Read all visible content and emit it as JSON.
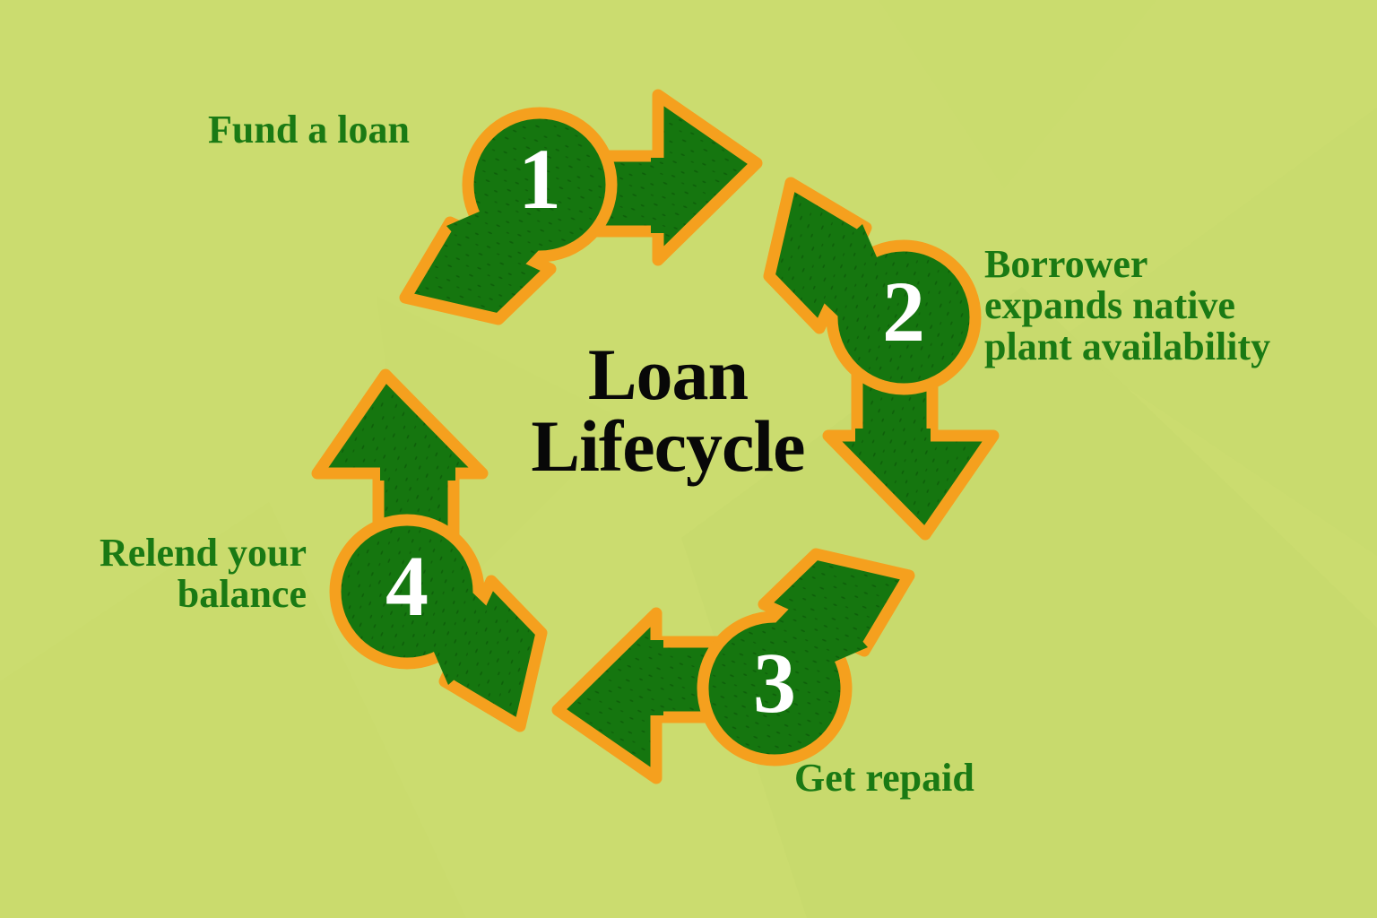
{
  "page": {
    "title": "Loan Lifecycle",
    "title_lines": "Loan\nLifecycle",
    "background_color": "#cbdc6f"
  },
  "theme": {
    "background": "#cbdc6f",
    "arrow_fill": "#15760f",
    "arrow_outline": "#f5a01e",
    "number_color": "#ffffff",
    "label_color": "#1a7a14",
    "title_color": "#080808"
  },
  "chart_data": {
    "type": "diagram",
    "diagram_kind": "cyclical-process",
    "title": "Loan Lifecycle",
    "step_count": 4,
    "direction": "clockwise",
    "steps": [
      {
        "number": "1",
        "label": "Fund a loan",
        "label_lines": "Fund a loan",
        "position": "top-left",
        "arrow_direction": "right",
        "label_align": "left"
      },
      {
        "number": "2",
        "label": "Borrower expands native plant availability",
        "label_lines": "Borrower\nexpands native\nplant availability",
        "position": "right",
        "arrow_direction": "down",
        "label_align": "left"
      },
      {
        "number": "3",
        "label": "Get repaid",
        "label_lines": "Get repaid",
        "position": "bottom",
        "arrow_direction": "left",
        "label_align": "left"
      },
      {
        "number": "4",
        "label": "Relend your balance",
        "label_lines": "Relend your\nbalance",
        "position": "left",
        "arrow_direction": "up",
        "label_align": "right"
      }
    ]
  }
}
